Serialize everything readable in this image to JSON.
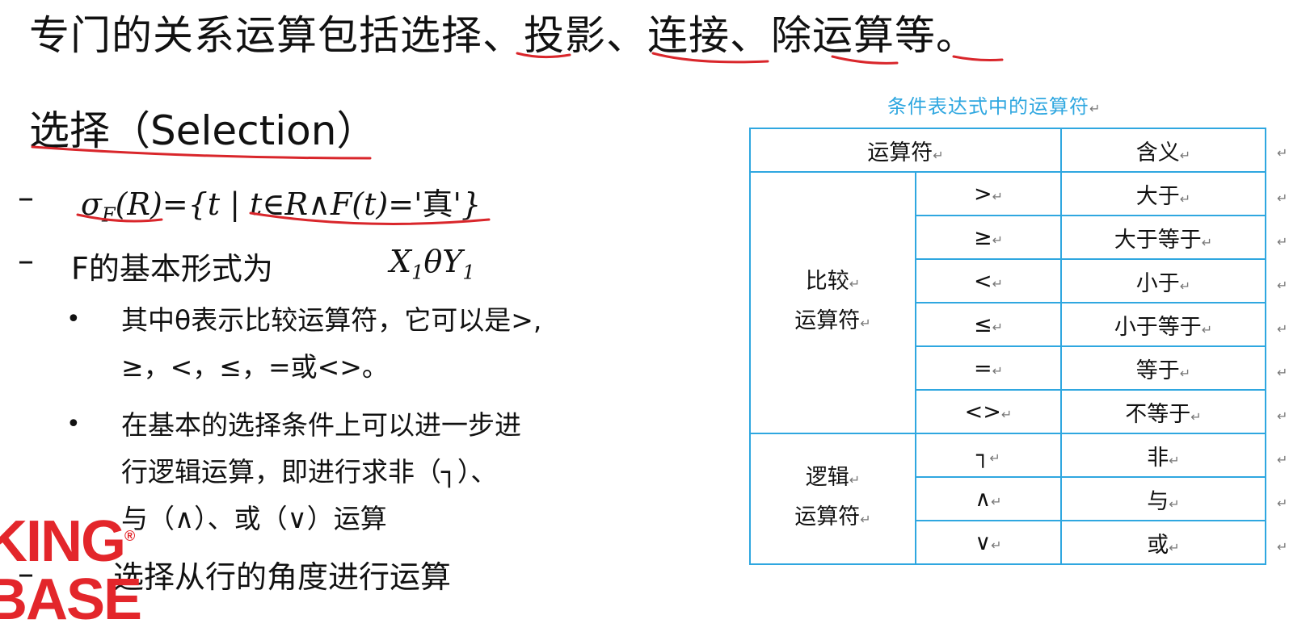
{
  "headline": "专门的关系运算包括选择、投影、连接、除运算等。",
  "section_title": "选择（Selection）",
  "items": [
    {
      "dash": "–",
      "formula": "σF(R)={t|t∈R∧F(t)='真'}"
    },
    {
      "dash": "–",
      "text": "F的基本形式为",
      "formula": "X1θY1"
    }
  ],
  "bullets": [
    {
      "mark": "•",
      "lines": [
        "其中θ表示比较运算符，它可以是>,",
        "≥，<，≤，=或<>。"
      ]
    },
    {
      "mark": "•",
      "lines": [
        "在基本的选择条件上可以进一步进",
        "行逻辑运算，即进行求非（┐）、",
        "与（∧）、或（∨）运算"
      ]
    }
  ],
  "last_item": {
    "dash": "–",
    "text": "选择从行的角度进行运算"
  },
  "table": {
    "caption": "条件表达式中的运算符",
    "header": {
      "operator": "运算符",
      "meaning": "含义"
    },
    "groups": [
      {
        "name_lines": [
          "比较",
          "运算符"
        ],
        "rows": [
          {
            "op": ">",
            "meaning": "大于"
          },
          {
            "op": "≥",
            "meaning": "大于等于"
          },
          {
            "op": "<",
            "meaning": "小于"
          },
          {
            "op": "≤",
            "meaning": "小于等于"
          },
          {
            "op": "=",
            "meaning": "等于"
          },
          {
            "op": "<>",
            "meaning": "不等于"
          }
        ]
      },
      {
        "name_lines": [
          "逻辑",
          "运算符"
        ],
        "rows": [
          {
            "op": "┐",
            "meaning": "非"
          },
          {
            "op": "∧",
            "meaning": "与"
          },
          {
            "op": "∨",
            "meaning": "或"
          }
        ]
      }
    ],
    "paragraph_mark": "↵"
  },
  "logo": {
    "line1": "KING",
    "line2": "BASE",
    "reg": "®"
  },
  "colors": {
    "table_border": "#2fa7e0",
    "caption": "#2fa7e0",
    "annotation": "#d9262b",
    "logo": "#e3262b"
  }
}
